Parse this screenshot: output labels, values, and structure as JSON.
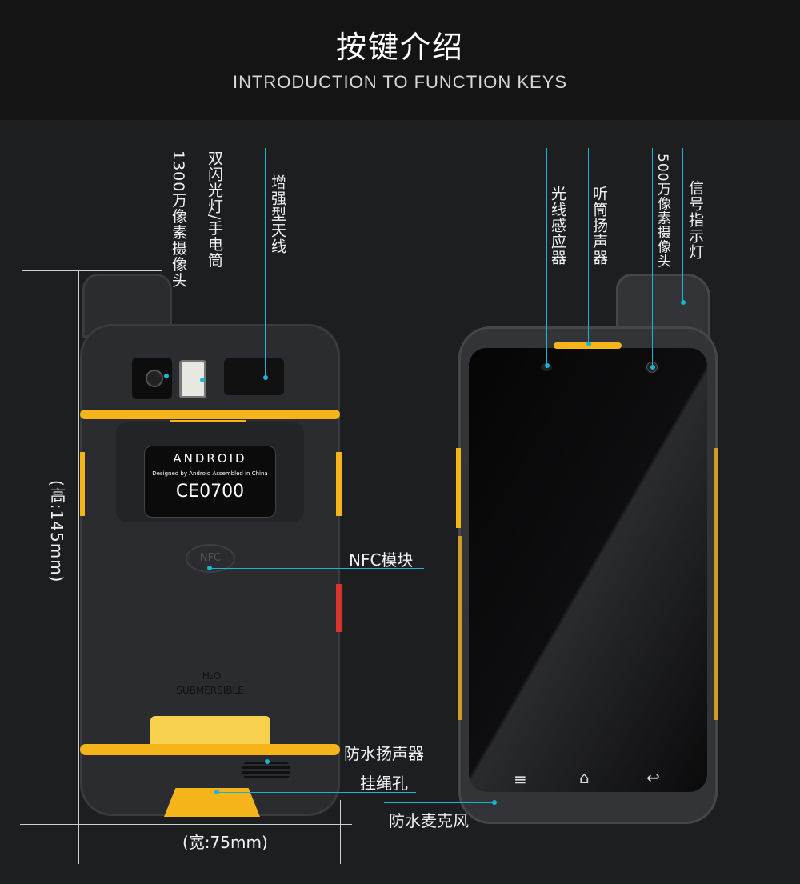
{
  "header": {
    "title": "按键介绍",
    "subtitle": "INTRODUCTION TO FUNCTION KEYS"
  },
  "back_labels": {
    "camera_13mp": "1300万像素摄像头",
    "flash": "双闪光灯/手电筒",
    "antenna": "增强型天线",
    "nfc": "NFC模块",
    "speaker": "防水扬声器",
    "lanyard": "挂绳孔"
  },
  "front_labels": {
    "light_sensor": "光线感应器",
    "earpiece": "听筒扬声器",
    "camera_5mp": "500万像素摄像头",
    "indicator": "信号指示灯",
    "mic": "防水麦克风"
  },
  "dimensions": {
    "height": "(高:145mm)",
    "width": "(宽:75mm)"
  },
  "device_print": {
    "brand": "ANDROID",
    "line": "Designed by Android Assembled in China",
    "cert": "CE0700",
    "nfc": "NFC",
    "h2o": "H₂O",
    "submersible": "SUBMERSIBLE"
  },
  "nav_icons": [
    "menu-icon",
    "home-icon",
    "back-icon"
  ],
  "colors": {
    "accent": "#19b4d6",
    "rubber": "#f4b41a"
  }
}
